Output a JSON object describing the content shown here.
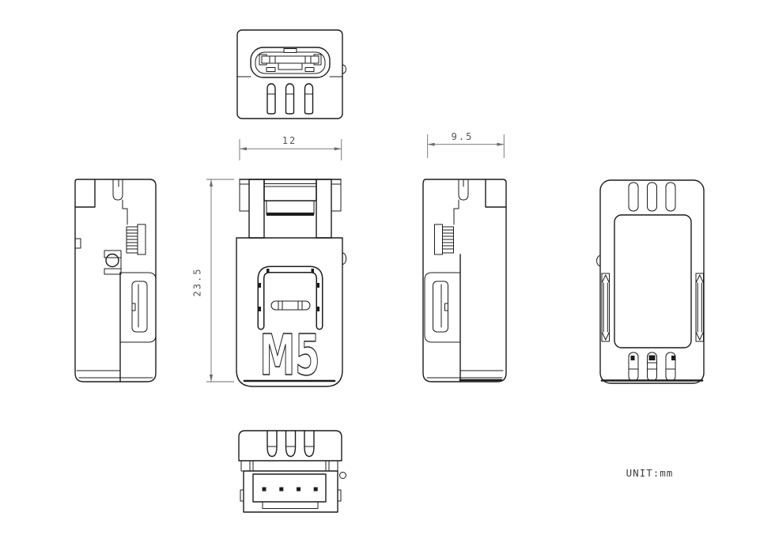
{
  "drawing": {
    "logo_text": "M5",
    "unit_note": "UNIT:mm",
    "dimensions": {
      "front_width": "12",
      "front_height": "23.5",
      "side_depth": "9.5"
    },
    "colors": {
      "background": "#ffffff",
      "outline": "#1c1c1c",
      "dimension_lines": "#6e6e6e",
      "dimension_text": "#545454"
    }
  }
}
